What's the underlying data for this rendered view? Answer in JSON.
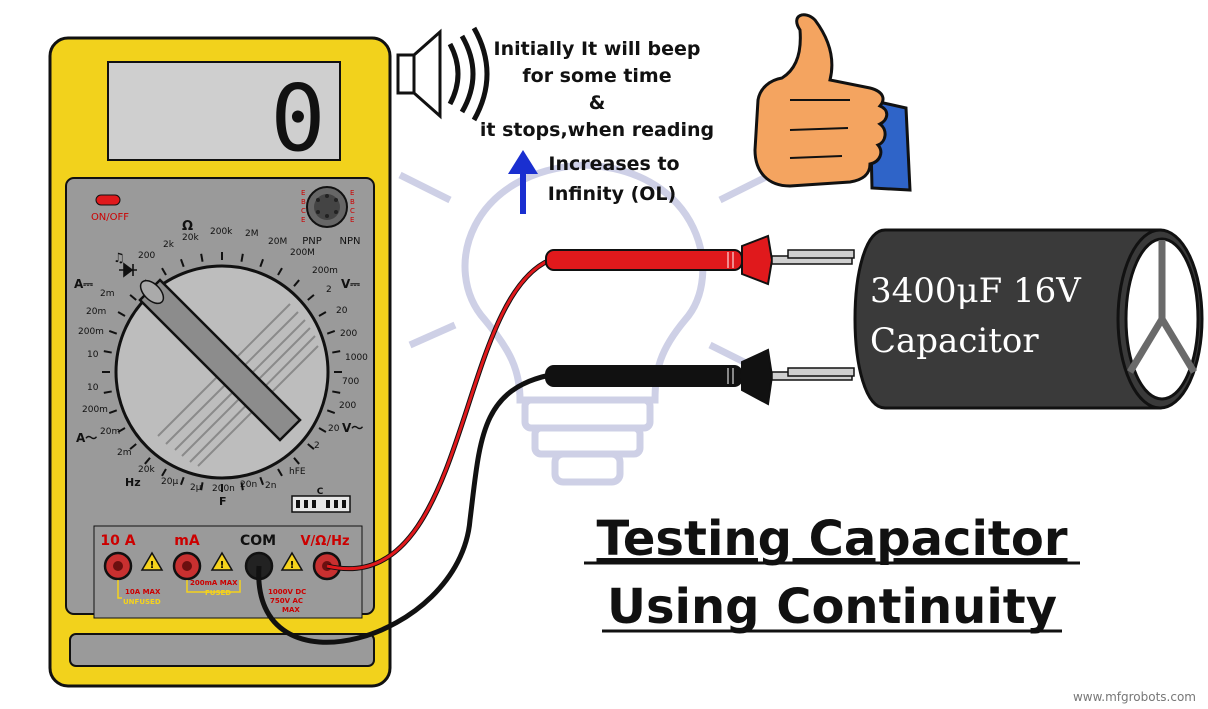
{
  "display": {
    "reading": "0"
  },
  "meter": {
    "power_label": "ON/OFF",
    "socket_labels": [
      "E",
      "B",
      "C",
      "E",
      "E",
      "B",
      "C",
      "E"
    ],
    "pnp_label": "PNP",
    "npn_label": "NPN",
    "ohm_symbol": "Ω",
    "ohm_ranges": [
      "200",
      "2k",
      "20k",
      "200k",
      "2M",
      "20M",
      "200M"
    ],
    "dcv_label": "V⎓",
    "dcv_ranges": [
      "200m",
      "2",
      "20",
      "200",
      "1000"
    ],
    "acv_label": "V〜",
    "acv_ranges": [
      "700",
      "200",
      "20",
      "2"
    ],
    "hfe_label": "hFE",
    "cap_label": "F",
    "cap_ranges": [
      "2n",
      "20n",
      "200n",
      "2µ",
      "20µ"
    ],
    "hz_label": "Hz",
    "hz_range": "20k",
    "aac_label": "A〜",
    "aac_ranges": [
      "2m",
      "20m",
      "200m",
      "10"
    ],
    "adc_label": "A⎓",
    "adc_ranges": [
      "2m",
      "20m",
      "200m",
      "10"
    ],
    "cx_label": "C",
    "jacks": {
      "a10": "10 A",
      "ma": "mA",
      "com": "COM",
      "vohm": "V/Ω/Hz"
    },
    "jack_notes": {
      "a10_max": "10A MAX",
      "a10_fuse": "UNFUSED",
      "ma_max": "200mA MAX",
      "ma_fuse": "FUSED",
      "v_line1": "1000V DC",
      "v_line2": "750V AC",
      "v_line3": "MAX"
    }
  },
  "annotation": {
    "line1": "Initially It will beep",
    "line2": "for some time",
    "line3": "&",
    "line4": "it stops,when reading",
    "line5": "Increases to",
    "line6": "Infinity (OL)"
  },
  "capacitor": {
    "line1": "3400μF 16V",
    "line2": "Capacitor"
  },
  "title": {
    "line1": "Testing Capacitor",
    "line2": "Using Continuity"
  },
  "watermark": "www.mfgrobots.com",
  "colors": {
    "meter_body": "#f2d21c",
    "panel": "#9a9a9a",
    "red_probe": "#e0191c",
    "black_probe": "#111111",
    "arrow": "#1a2fd0",
    "capacitor": "#3a3a3a",
    "thumb": "#f4a460",
    "cuff": "#2f64c8"
  }
}
